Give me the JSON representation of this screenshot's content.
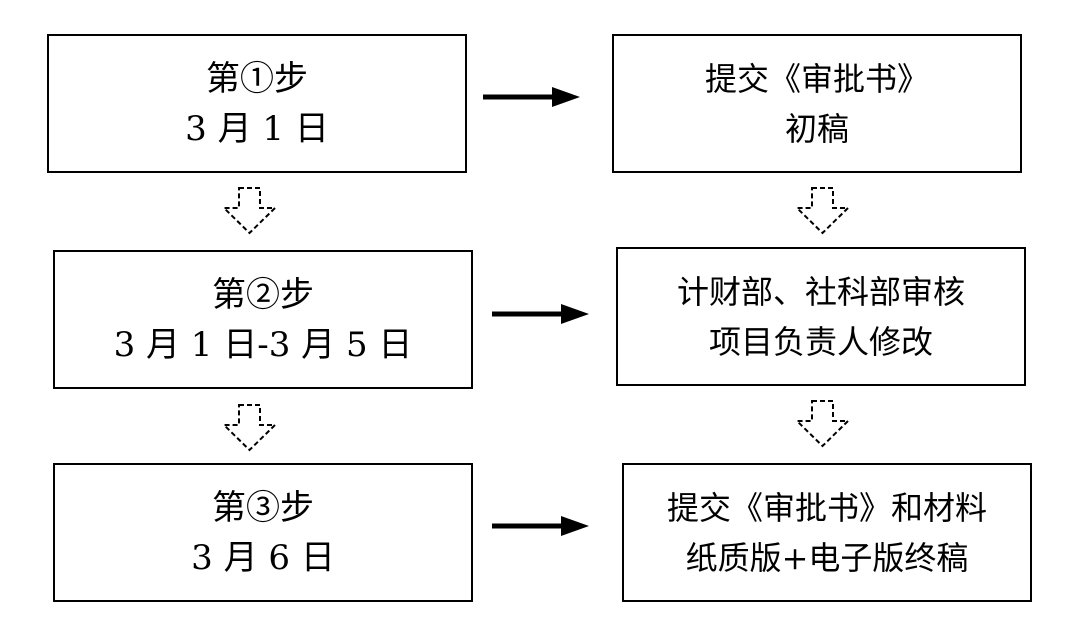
{
  "steps": [
    {
      "title": "第①步",
      "date": "3 月 1 日"
    },
    {
      "title": "第②步",
      "date": "3 月 1 日-3 月 5 日"
    },
    {
      "title": "第③步",
      "date": "3 月 6 日"
    }
  ],
  "actions": [
    {
      "line1": "提交《审批书》",
      "line2": "初稿"
    },
    {
      "line1": "计财部、社科部审核",
      "line2": "项目负责人修改"
    },
    {
      "line1": "提交《审批书》和材料",
      "line2": "纸质版+电子版终稿"
    }
  ]
}
